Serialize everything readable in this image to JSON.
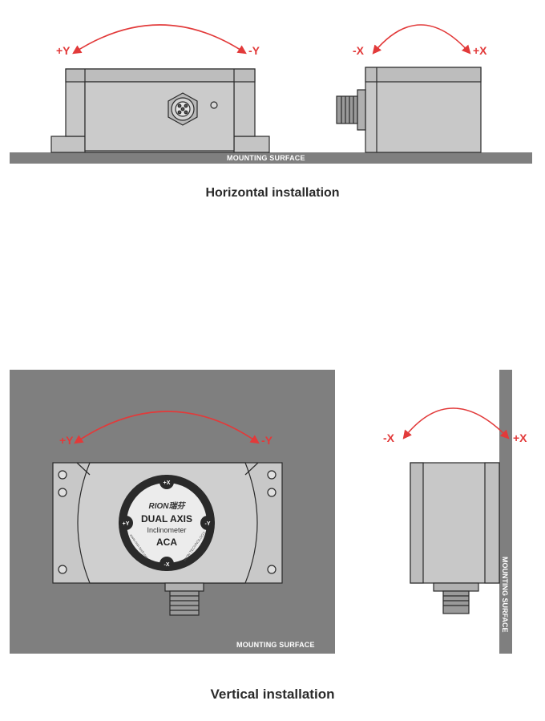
{
  "horizontal": {
    "caption": "Horizontal installation",
    "surface_label": "MOUNTING SURFACE",
    "side_view": {
      "axis_left": "+Y",
      "axis_right": "-Y"
    },
    "end_view": {
      "axis_left": "-X",
      "axis_right": "+X"
    }
  },
  "vertical": {
    "caption": "Vertical installation",
    "front_view": {
      "axis_left": "+Y",
      "axis_right": "-Y",
      "surface_label": "MOUNTING SURFACE",
      "label": {
        "brand": "RION瑞芬",
        "line1": "DUAL AXIS",
        "line2": "Inclinometer",
        "line3": "ACA",
        "mark_top": "+X",
        "mark_bottom": "-X",
        "mark_left": "+Y",
        "mark_right": "-Y",
        "rim_left": "www.rion-tech.net",
        "rim_right": "RION TECHNOLOGY"
      }
    },
    "side_view": {
      "axis_left": "-X",
      "axis_right": "+X",
      "surface_label": "MOUNTING SURFACE"
    }
  },
  "colors": {
    "arrow": "#e23a3a",
    "surface": "#7f7f7f",
    "housing": "#c8c8c8",
    "outline": "#2a2a2a"
  }
}
